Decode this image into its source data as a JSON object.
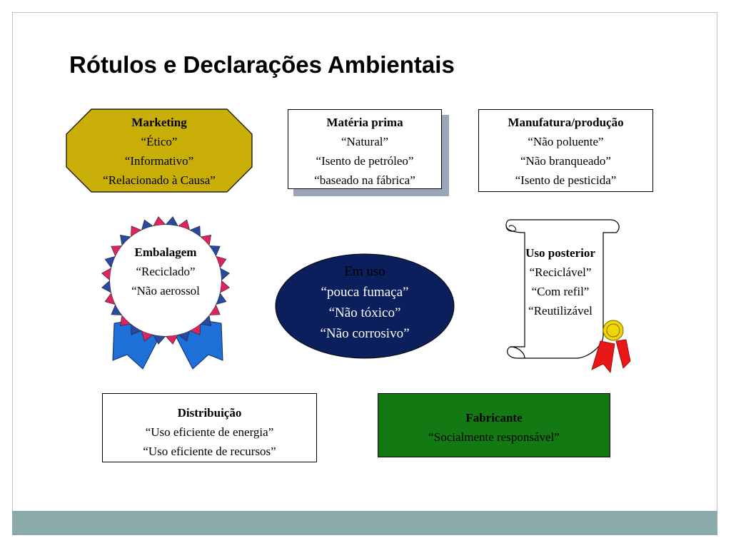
{
  "slide": {
    "title": "Rótulos e Declarações Ambientais"
  },
  "marketing": {
    "heading": "Marketing",
    "lines": [
      "“Ético”",
      "“Informativo”",
      "“Relacionado à Causa”"
    ],
    "color": "#c8ae07"
  },
  "materia_prima": {
    "heading": "Matéria prima",
    "lines": [
      "“Natural”",
      "“Isento de petróleo”",
      "“baseado na fábrica”"
    ]
  },
  "manufatura": {
    "heading": "Manufatura/produção",
    "lines": [
      "“Não poluente”",
      "“Não branqueado”",
      "“Isento de pesticida”"
    ]
  },
  "embalagem": {
    "heading": "Embalagem",
    "lines": [
      "“Reciclado”",
      "“Não aerossol"
    ],
    "ribbon_color": "#1e6fd8",
    "border_colors": [
      "#e0225e",
      "#274aa0"
    ]
  },
  "em_uso": {
    "heading": "Em uso",
    "lines": [
      "“pouca fumaça”",
      "“Não tóxico”",
      "“Não corrosivo”"
    ],
    "color": "#0b1f5c"
  },
  "uso_posterior": {
    "heading": "Uso posterior",
    "lines": [
      "“Reciclável”",
      "“Com refil”",
      "“Reutilizável"
    ],
    "seal_color": "#e81818",
    "medal_color": "#f2d600"
  },
  "distribuicao": {
    "heading": "Distribuição",
    "lines": [
      "“Uso eficiente de energia”",
      "“Uso eficiente de recursos”"
    ]
  },
  "fabricante": {
    "heading": "Fabricante",
    "lines": [
      "“Socialmente responsável”"
    ],
    "color": "#137a13"
  }
}
